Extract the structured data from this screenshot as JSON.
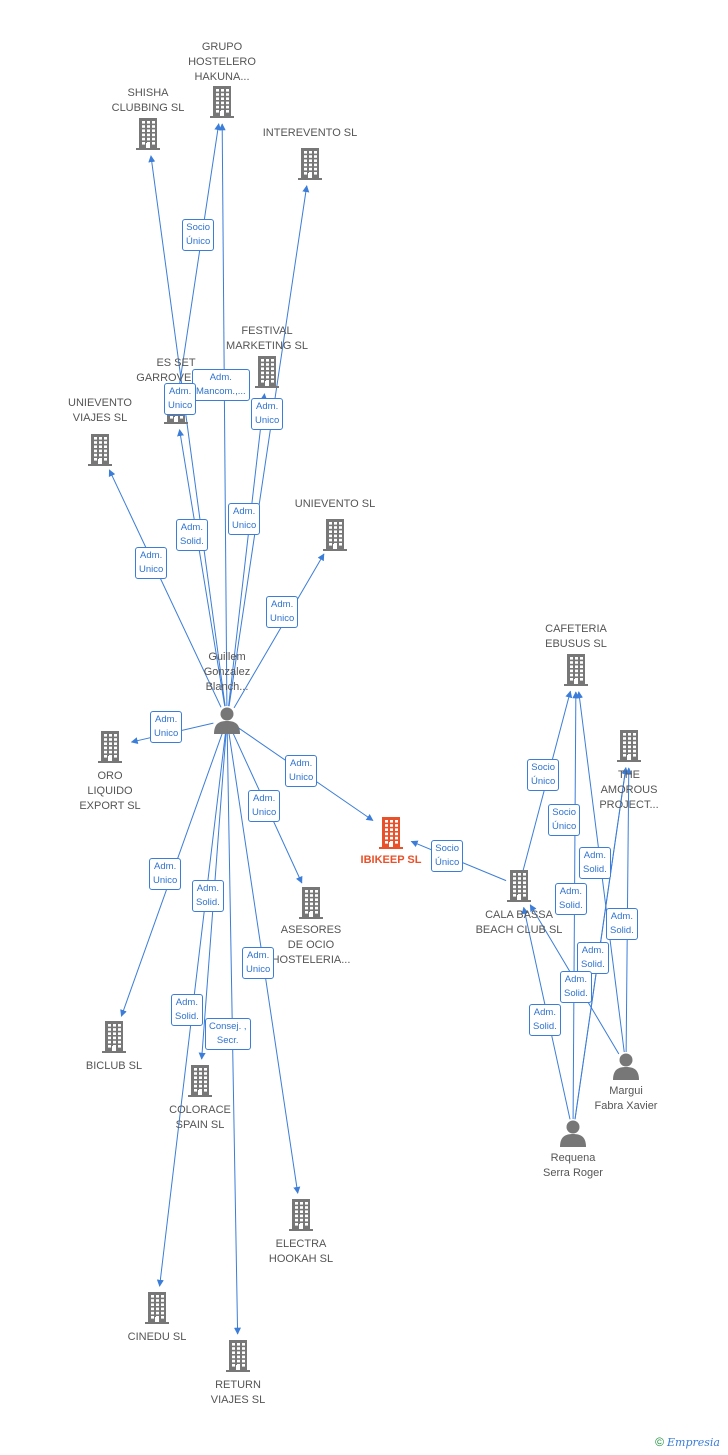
{
  "colors": {
    "edge": "#3b7dd8",
    "company": "#777777",
    "person": "#777777",
    "main": "#e8512a"
  },
  "nodes": [
    {
      "id": "grupo",
      "type": "company",
      "label": "GRUPO\nHOSTELERO\nHAKUNA..."
    },
    {
      "id": "shisha",
      "type": "company",
      "label": "SHISHA\nCLUBBING  SL"
    },
    {
      "id": "interevento",
      "type": "company",
      "label": "INTEREVENTO SL"
    },
    {
      "id": "festival",
      "type": "company",
      "label": "FESTIVAL\nMARKETING  SL"
    },
    {
      "id": "esset",
      "type": "company",
      "label": "ES SET\nGARROVERS..."
    },
    {
      "id": "univiajes",
      "type": "company",
      "label": "UNIEVENTO\nVIAJES  SL"
    },
    {
      "id": "unievento",
      "type": "company",
      "label": "UNIEVENTO SL"
    },
    {
      "id": "guillem",
      "type": "person",
      "label": "Guillem\nGonzalez\nBlanch..."
    },
    {
      "id": "oro",
      "type": "company",
      "label": "ORO\nLIQUIDO\nEXPORT  SL"
    },
    {
      "id": "ibikeep",
      "type": "main",
      "label": "IBIKEEP  SL"
    },
    {
      "id": "asesores",
      "type": "company",
      "label": "ASESORES\nDE OCIO\nHOSTELERIA..."
    },
    {
      "id": "biclub",
      "type": "company",
      "label": "BICLUB  SL"
    },
    {
      "id": "colorace",
      "type": "company",
      "label": "COLORACE\nSPAIN  SL"
    },
    {
      "id": "electra",
      "type": "company",
      "label": "ELECTRA\nHOOKAH  SL"
    },
    {
      "id": "cinedu",
      "type": "company",
      "label": "CINEDU  SL"
    },
    {
      "id": "return",
      "type": "company",
      "label": "RETURN\nVIAJES  SL"
    },
    {
      "id": "cafeteria",
      "type": "company",
      "label": "CAFETERIA\nEBUSUS  SL"
    },
    {
      "id": "amorous",
      "type": "company",
      "label": "THE\nAMOROUS\nPROJECT..."
    },
    {
      "id": "calabassa",
      "type": "company",
      "label": "CALA BASSA\nBEACH CLUB SL"
    },
    {
      "id": "margui",
      "type": "person",
      "label": "Margui\nFabra Xavier"
    },
    {
      "id": "requena",
      "type": "person",
      "label": "Requena\nSerra Roger"
    }
  ],
  "edge_labels": [
    {
      "id": "e1",
      "text": "Socio\nÚnico"
    },
    {
      "id": "e2",
      "text": "Adm.\nMancom.,..."
    },
    {
      "id": "e3",
      "text": "Adm.\nUnico"
    },
    {
      "id": "e4",
      "text": "Adm.\nUnico"
    },
    {
      "id": "e5",
      "text": "Adm.\nSolid."
    },
    {
      "id": "e6",
      "text": "Adm.\nUnico"
    },
    {
      "id": "e7",
      "text": "Adm.\nUnico"
    },
    {
      "id": "e8",
      "text": "Adm.\nUnico"
    },
    {
      "id": "e9",
      "text": "Adm.\nUnico"
    },
    {
      "id": "e10",
      "text": "Adm.\nUnico"
    },
    {
      "id": "e11",
      "text": "Adm.\nUnico"
    },
    {
      "id": "e12",
      "text": "Adm.\nUnico"
    },
    {
      "id": "e13",
      "text": "Adm.\nSolid."
    },
    {
      "id": "e14",
      "text": "Adm.\nUnico"
    },
    {
      "id": "e15",
      "text": "Adm.\nSolid."
    },
    {
      "id": "e16",
      "text": "Consej. ,\nSecr."
    },
    {
      "id": "e17",
      "text": "Socio\nÚnico"
    },
    {
      "id": "e18",
      "text": "Socio\nÚnico"
    },
    {
      "id": "e19",
      "text": "Socio\nÚnico"
    },
    {
      "id": "e20",
      "text": "Adm.\nSolid."
    },
    {
      "id": "e21",
      "text": "Adm.\nSolid."
    },
    {
      "id": "e22",
      "text": "Adm.\nSolid."
    },
    {
      "id": "e23",
      "text": "Adm.\nSolid."
    },
    {
      "id": "e24",
      "text": "Adm.\nSolid."
    },
    {
      "id": "e25",
      "text": "Adm.\nSolid."
    }
  ],
  "footer": {
    "copyright": "©",
    "brand": "Empresia"
  }
}
